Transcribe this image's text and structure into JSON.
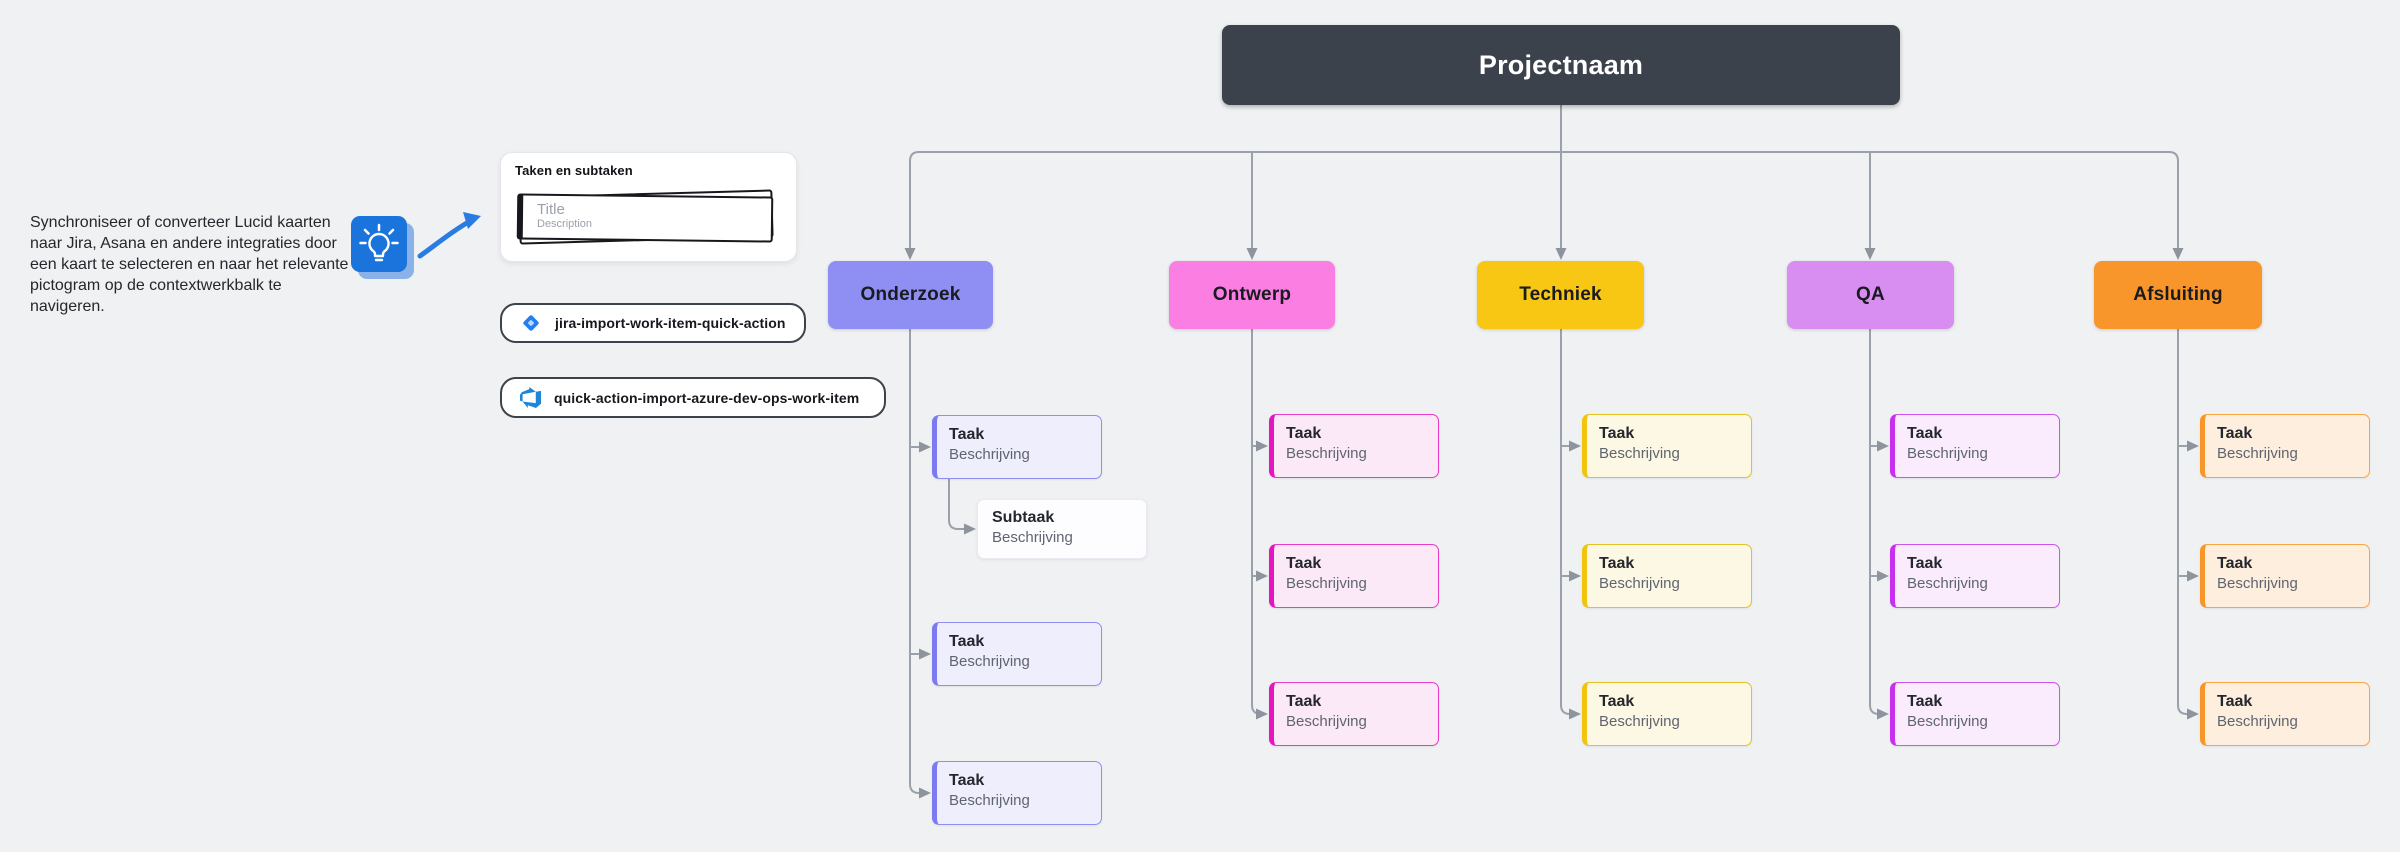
{
  "canvas": {
    "background": "#eff1f3"
  },
  "left_panel": {
    "description": "Synchroniseer of converteer Lucid kaarten naar Jira, Asana en andere integraties door een kaart te selecteren en naar het relevante pictogram op de contextwerkbalk te navigeren.",
    "preview_card": {
      "title": "Taken en subtaken",
      "sketch_title_placeholder": "Title",
      "sketch_description_placeholder": "Description"
    },
    "quick_actions": [
      {
        "icon": "jira-icon",
        "label": "jira-import-work-item-quick-action"
      },
      {
        "icon": "azure-devops-icon",
        "label": "quick-action-import-azure-dev-ops-work-item"
      }
    ]
  },
  "diagram": {
    "root": {
      "label": "Projectnaam",
      "bg": "#3b424b",
      "text_color": "#ffffff"
    },
    "connector_color": "#9aa1ab",
    "arrow_color": "#8d949e",
    "columns": [
      {
        "label": "Onderzoek",
        "header_bg": "#8f8ef3",
        "card_fill": "#eeeefc",
        "card_border": "#908ff1",
        "card_edge": "#7b7af2",
        "tasks": [
          {
            "title": "Taak",
            "description": "Beschrijving",
            "subtasks": [
              {
                "title": "Subtaak",
                "description": "Beschrijving"
              }
            ]
          },
          {
            "title": "Taak",
            "description": "Beschrijving"
          },
          {
            "title": "Taak",
            "description": "Beschrijving"
          }
        ]
      },
      {
        "label": "Ontwerp",
        "header_bg": "#fb7ee3",
        "card_fill": "#fce9f8",
        "card_border": "#e93ac9",
        "card_edge": "#e515c0",
        "tasks": [
          {
            "title": "Taak",
            "description": "Beschrijving"
          },
          {
            "title": "Taak",
            "description": "Beschrijving"
          },
          {
            "title": "Taak",
            "description": "Beschrijving"
          }
        ]
      },
      {
        "label": "Techniek",
        "header_bg": "#f8c713",
        "card_fill": "#fdf8e4",
        "card_border": "#e4c124",
        "card_edge": "#f1c50f",
        "tasks": [
          {
            "title": "Taak",
            "description": "Beschrijving"
          },
          {
            "title": "Taak",
            "description": "Beschrijving"
          },
          {
            "title": "Taak",
            "description": "Beschrijving"
          }
        ]
      },
      {
        "label": "QA",
        "header_bg": "#d88df0",
        "card_fill": "#faecfc",
        "card_border": "#cf52ee",
        "card_edge": "#c82fee",
        "tasks": [
          {
            "title": "Taak",
            "description": "Beschrijving"
          },
          {
            "title": "Taak",
            "description": "Beschrijving"
          },
          {
            "title": "Taak",
            "description": "Beschrijving"
          }
        ]
      },
      {
        "label": "Afsluiting",
        "header_bg": "#f8962b",
        "card_fill": "#fdeede",
        "card_border": "#f9a641",
        "card_edge": "#f8962a",
        "tasks": [
          {
            "title": "Taak",
            "description": "Beschrijving"
          },
          {
            "title": "Taak",
            "description": "Beschrijving"
          },
          {
            "title": "Taak",
            "description": "Beschrijving"
          }
        ]
      }
    ]
  }
}
